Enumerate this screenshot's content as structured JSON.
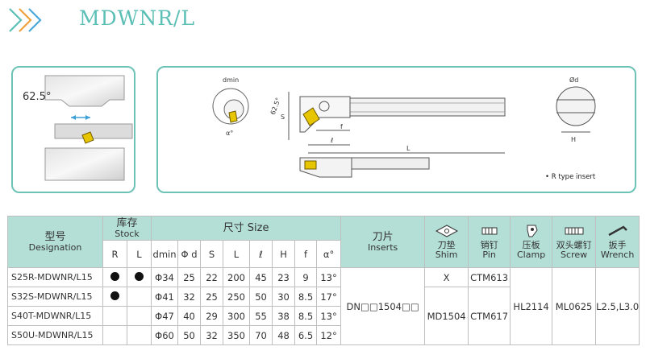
{
  "header": {
    "title": "MDWNR/L"
  },
  "figure": {
    "angle_label": "62.5°",
    "labels": {
      "dmin": "dmin",
      "angle": "62.5°",
      "s": "S",
      "f": "f",
      "l": "ℓ",
      "L": "L",
      "a": "α°",
      "od": "Ød",
      "h": "H",
      "insert_note": "• R type insert"
    }
  },
  "table": {
    "designation_cn": "型号",
    "designation_en": "Designation",
    "stock_cn": "库存",
    "stock_en": "Stock",
    "size_label": "尺寸 Size",
    "inserts_cn": "刀片",
    "inserts_en": "Inserts",
    "subcols": [
      "R",
      "L",
      "dmin",
      "Φ d",
      "S",
      "L",
      "ℓ",
      "H",
      "f",
      "α°"
    ],
    "parts": [
      {
        "cn": "刀垫",
        "en": "Shim"
      },
      {
        "cn": "销钉",
        "en": "Pin"
      },
      {
        "cn": "压板",
        "en": "Clamp"
      },
      {
        "cn": "双头螺钉",
        "en": "Screw"
      },
      {
        "cn": "扳手",
        "en": "Wrench"
      }
    ],
    "rows": [
      {
        "designation": "S25R-MDWNR/L15",
        "R": true,
        "L": true,
        "dmin": "Φ34",
        "d": "25",
        "S": "22",
        "Lval": "200",
        "l": "45",
        "H": "23",
        "f": "9",
        "a": "13°"
      },
      {
        "designation": "S32S-MDWNR/L15",
        "R": true,
        "L": false,
        "dmin": "Φ41",
        "d": "32",
        "S": "25",
        "Lval": "250",
        "l": "50",
        "H": "30",
        "f": "8.5",
        "a": "17°"
      },
      {
        "designation": "S40T-MDWNR/L15",
        "R": false,
        "L": false,
        "dmin": "Φ47",
        "d": "40",
        "S": "29",
        "Lval": "300",
        "l": "55",
        "H": "38",
        "f": "8.5",
        "a": "13°"
      },
      {
        "designation": "S50U-MDWNR/L15",
        "R": false,
        "L": false,
        "dmin": "Φ60",
        "d": "50",
        "S": "32",
        "Lval": "350",
        "l": "70",
        "H": "48",
        "f": "6.5",
        "a": "12°"
      }
    ],
    "insert": "DN□□1504□□",
    "shim_1": "X",
    "shim_2": "MD1504",
    "pin_1": "CTM613",
    "pin_2": "CTM617",
    "clamp": "HL2114",
    "screw": "ML0625",
    "wrench": "L2.5,L3.0"
  }
}
